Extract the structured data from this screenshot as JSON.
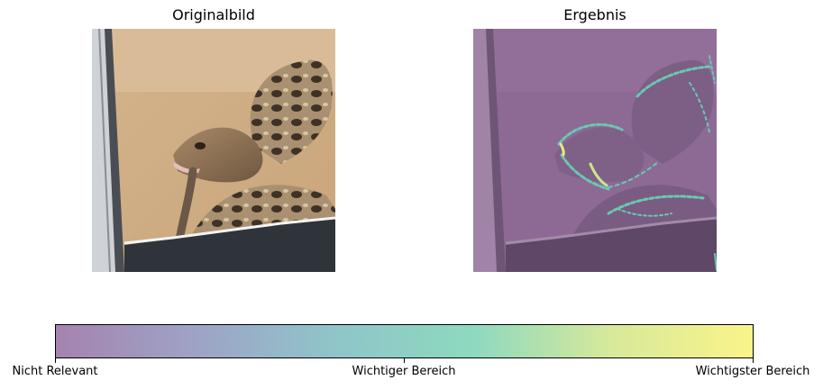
{
  "panels": {
    "left_title": "Originalbild",
    "right_title": "Ergebnis"
  },
  "colorbar": {
    "colors": [
      "#a583af",
      "#9ea3c6",
      "#8fc5c9",
      "#8ed9bf",
      "#d8e99a",
      "#faf48a"
    ],
    "ticks": [
      {
        "label": "Nicht Relevant"
      },
      {
        "label": "Wichtiger Bereich"
      },
      {
        "label": "Wichtigster Bereich"
      }
    ]
  }
}
